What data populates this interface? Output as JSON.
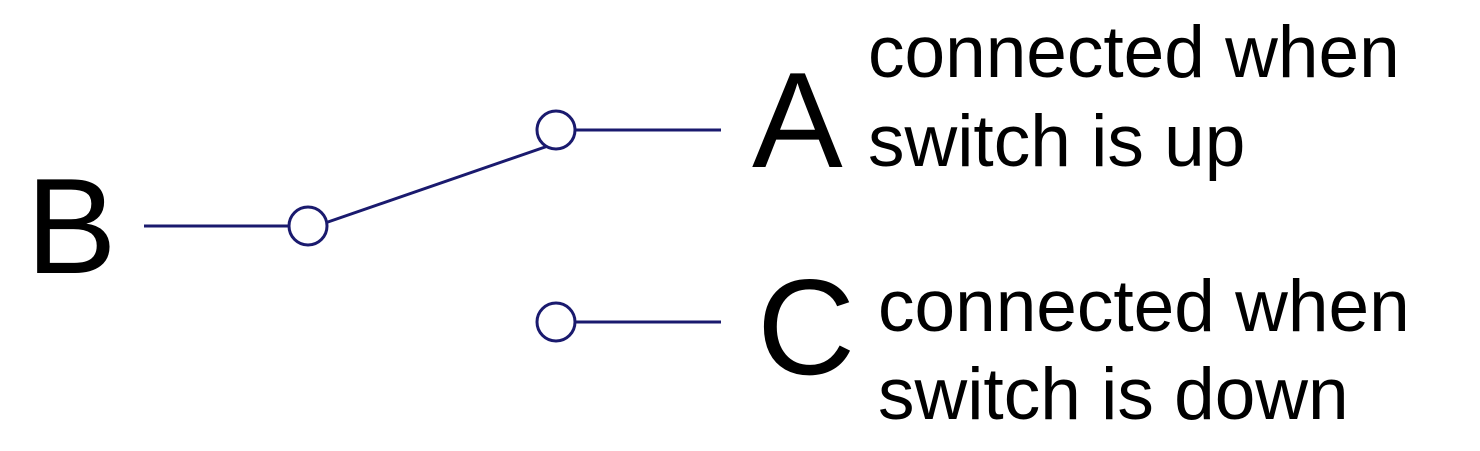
{
  "wire_color": "#1a1a6e",
  "background": "#ffffff",
  "terminals": {
    "a": "A",
    "b": "B",
    "c": "C"
  },
  "notes": {
    "a_line1": "connected when",
    "a_line2": "switch is up",
    "c_line1": "connected when",
    "c_line2": "switch is down"
  }
}
